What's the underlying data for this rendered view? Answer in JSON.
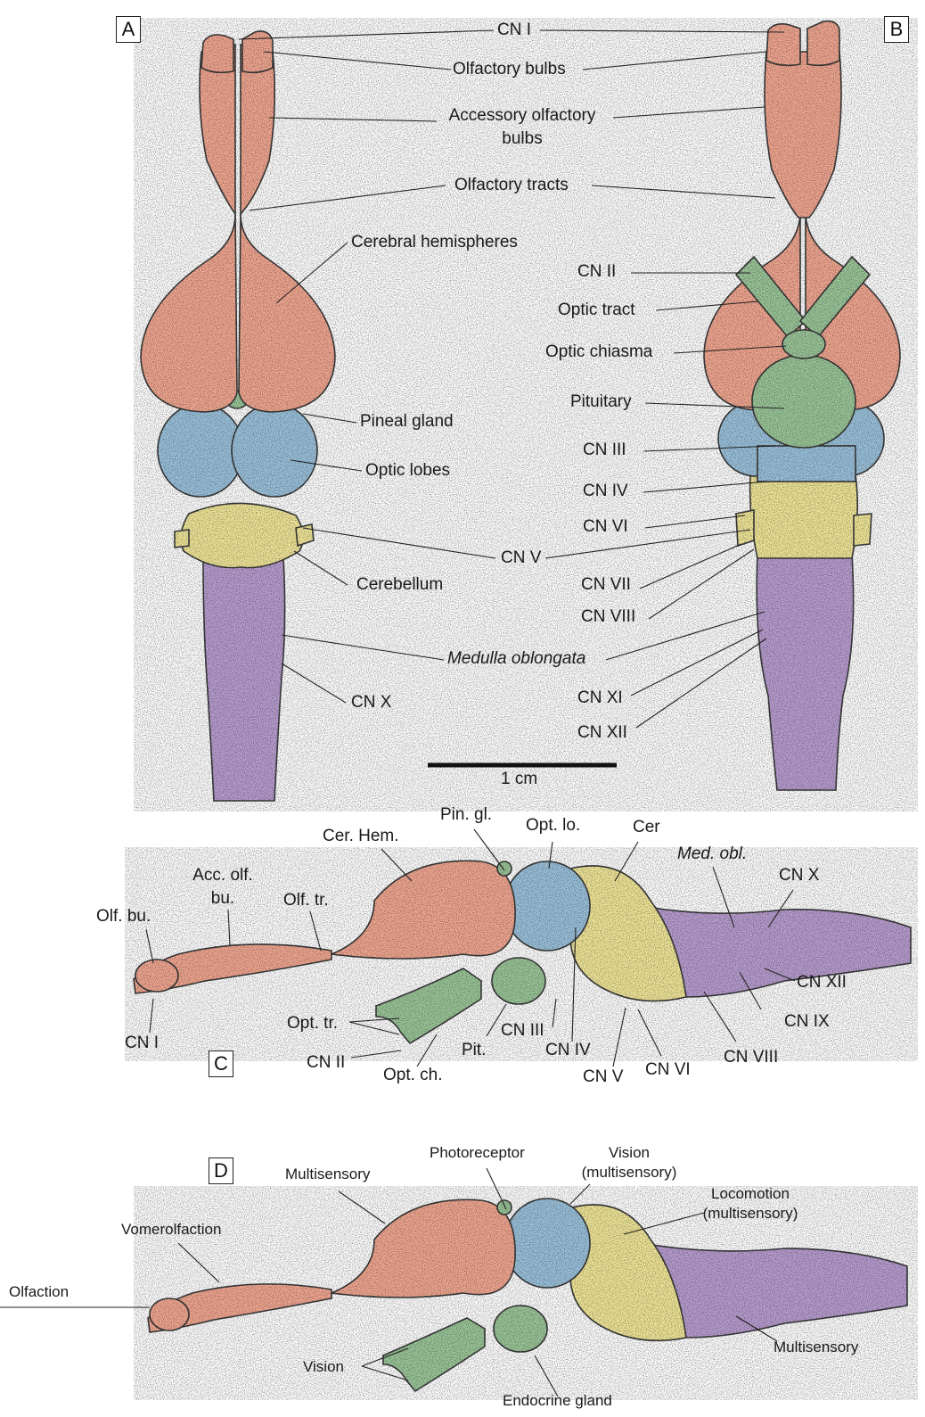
{
  "panels": {
    "a": "A",
    "b": "B",
    "c": "C",
    "d": "D"
  },
  "colors": {
    "forebrain": "#f2a892",
    "optic": "#9cc3dd",
    "cerebellum": "#f1e79a",
    "medulla": "#b99ed1",
    "optic_nerve": "#9cc79a",
    "outline": "#3a3a3a"
  },
  "labels_top": {
    "cn_i": "CN I",
    "olfactory_bulbs": "Olfactory bulbs",
    "accessory_line1": "Accessory olfactory",
    "accessory_line2": "bulbs",
    "olfactory_tracts": "Olfactory tracts",
    "cerebral_hemispheres": "Cerebral hemispheres",
    "cn_ii": "CN II",
    "optic_tract": "Optic tract",
    "optic_chiasma": "Optic chiasma",
    "pituitary": "Pituitary",
    "pineal_gland": "Pineal gland",
    "cn_iii": "CN III",
    "optic_lobes": "Optic lobes",
    "cn_iv": "CN IV",
    "cn_vi": "CN VI",
    "cn_v": "CN V",
    "cerebellum": "Cerebellum",
    "cn_vii": "CN VII",
    "cn_viii": "CN VIII",
    "medulla": "Medulla oblongata",
    "cn_x": "CN X",
    "cn_xi": "CN XI",
    "cn_xii": "CN XII",
    "scale": "1 cm"
  },
  "labels_c": {
    "pin_gl": "Pin. gl.",
    "opt_lo": "Opt. lo.",
    "cer": "Cer",
    "cer_hem": "Cer. Hem.",
    "med_obl": "Med. obl.",
    "acc_olf_1": "Acc. olf.",
    "acc_olf_2": "bu.",
    "cn_x": "CN X",
    "olf_tr": "Olf. tr.",
    "olf_bu": "Olf. bu.",
    "cn_xii": "CN XII",
    "cn_ix": "CN IX",
    "opt_tr": "Opt. tr.",
    "cn_iii": "CN III",
    "cn_i": "CN I",
    "cn_iv": "CN IV",
    "pit": "Pit.",
    "cn_viii": "CN VIII",
    "cn_ii": "CN II",
    "cn_vi": "CN VI",
    "opt_ch": "Opt. ch.",
    "cn_v": "CN V"
  },
  "labels_d": {
    "photoreceptor": "Photoreceptor",
    "vision_mult_1": "Vision",
    "vision_mult_2": "(multisensory)",
    "multisensory": "Multisensory",
    "locomotion_1": "Locomotion",
    "locomotion_2": "(multisensory)",
    "vomerolfaction": "Vomerolfaction",
    "olfaction": "Olfaction",
    "multisensory_2": "Multisensory",
    "vision": "Vision",
    "endocrine": "Endocrine gland"
  }
}
